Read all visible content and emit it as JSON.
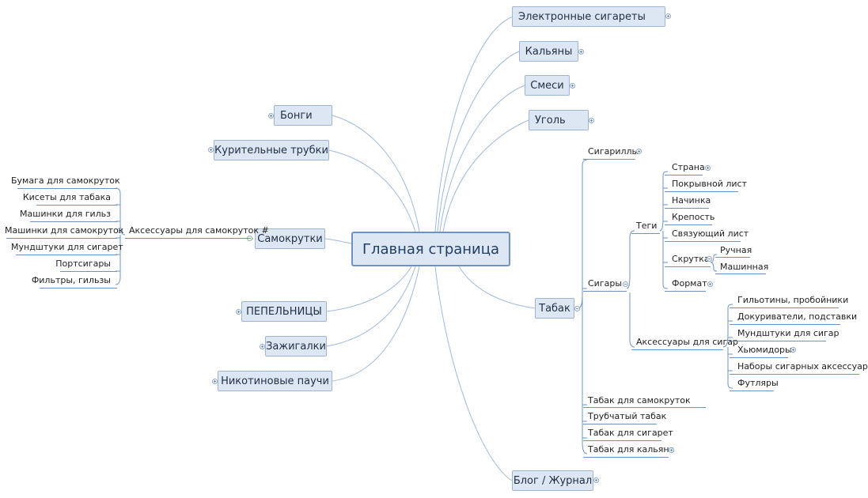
{
  "central": "Главная страница",
  "right": {
    "ecig": "Электронные сигареты",
    "hookahs": "Кальяны",
    "mixes": "Смеси",
    "coal": "Уголь",
    "tobacco": "Табак",
    "blog": "Блог / Журнал"
  },
  "left": {
    "bongs": "Бонги",
    "pipes": "Курительные трубки",
    "rolls": "Самокрутки",
    "ashtrays": "ПЕПЕЛЬНИЦЫ",
    "lighters": "Зажигалки",
    "pouches": "Никотиновые паучи"
  },
  "tobacco": {
    "cigarillos": "Сигариллы",
    "cigars": "Сигары",
    "roll_tobacco": "Табак для самокруток",
    "pipe_tobacco": "Трубчатый табак",
    "cig_tobacco": "Табак для сигарет",
    "hookah_tobacco": "Табак для кальяна"
  },
  "cigars": {
    "tags": "Теги",
    "accessories": "Аксессуары для сигар"
  },
  "tags": {
    "country": "Страна",
    "wrapper": "Покрывной лист",
    "filler": "Начинка",
    "strength": "Крепость",
    "binder": "Связующий лист",
    "rolling": "Скрутка",
    "format": "Формат"
  },
  "rolling": {
    "manual": "Ручная",
    "machine": "Машинная"
  },
  "cigar_accessories": {
    "cutters": "Гильотины, пробойники",
    "holders": "Докуриватели, подставки",
    "mouthpieces": "Мундштуки для сигар",
    "humidors": "Хьюмидоры",
    "sets": "Наборы сигарных аксессуаров",
    "cases": "Футляры"
  },
  "rolls": {
    "accessories": "Аксессуары для самокруток #"
  },
  "roll_accessories": {
    "paper": "Бумага для самокруток",
    "pouches": "Кисеты для табака",
    "tube_machines": "Машинки для гильз",
    "roll_machines": "Машинки для самокруток",
    "mouthpieces": "Мундштуки для сигарет",
    "cases": "Портсигары",
    "filters": "Фильтры, гильзы"
  }
}
